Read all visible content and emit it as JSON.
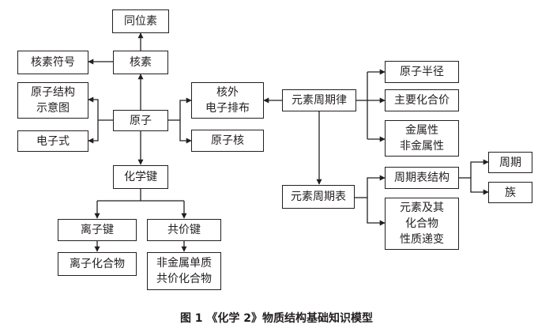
{
  "nodes": {
    "tongweisu": [
      "同位素"
    ],
    "hesu": [
      "核素"
    ],
    "hesufuhao": [
      "核素符号"
    ],
    "yuanzijiegou": [
      "原子结构",
      "示意图"
    ],
    "yuanzi": [
      "原子"
    ],
    "dianzishi": [
      "电子式"
    ],
    "hewai": [
      "核外",
      "电子排布"
    ],
    "yuanzihe": [
      "原子核"
    ],
    "zhouqilv": [
      "元素周期律"
    ],
    "yuanzibanjing": [
      "原子半径"
    ],
    "huahejia": [
      "主要化合价"
    ],
    "jinshuxing": [
      "金属性",
      "非金属性"
    ],
    "huaxuejian": [
      "化学键"
    ],
    "zhouqibiao": [
      "元素周期表"
    ],
    "biaojiegou": [
      "周期表结构"
    ],
    "zhouqi": [
      "周期"
    ],
    "zu": [
      "族"
    ],
    "dibian": [
      "元素及其",
      "化合物",
      "性质递变"
    ],
    "lizijian": [
      "离子键"
    ],
    "gongjiajian": [
      "共价键"
    ],
    "lizihuahewu": [
      "离子化合物"
    ],
    "gongjiahuahewu": [
      "非金属单质",
      "共价化合物"
    ]
  },
  "caption": "图 1 《化学 2》物质结构基础知识模型"
}
